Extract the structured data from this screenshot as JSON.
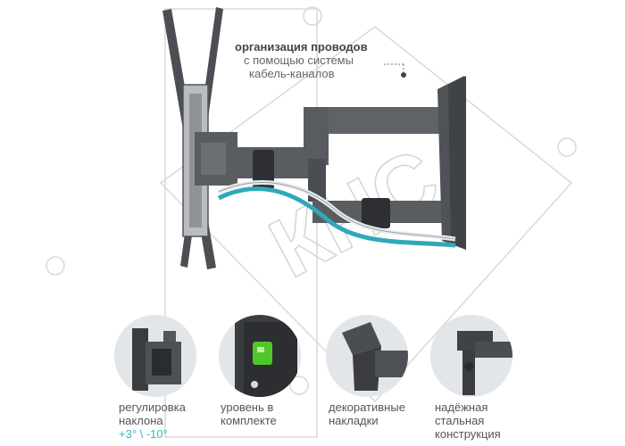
{
  "annotation": {
    "title": "организация проводов",
    "line1": "с помощью системы",
    "line2": "кабель-каналов"
  },
  "watermark": "КНС",
  "features": [
    {
      "line1": "регулировка",
      "line2": "наклона",
      "line3": "+3° \\ -10°"
    },
    {
      "line1": "уровень в",
      "line2": "комплекте"
    },
    {
      "line1": "декоративные",
      "line2": "накладки"
    },
    {
      "line1": "надёжная",
      "line2": "стальная",
      "line3": "конструкция"
    }
  ],
  "colors": {
    "accent": "#3bb3c3",
    "metal": "#5a5d60",
    "metal_dark": "#3f4246",
    "cable_blue": "#2fa9b8",
    "cable_white": "#e9ecef"
  }
}
